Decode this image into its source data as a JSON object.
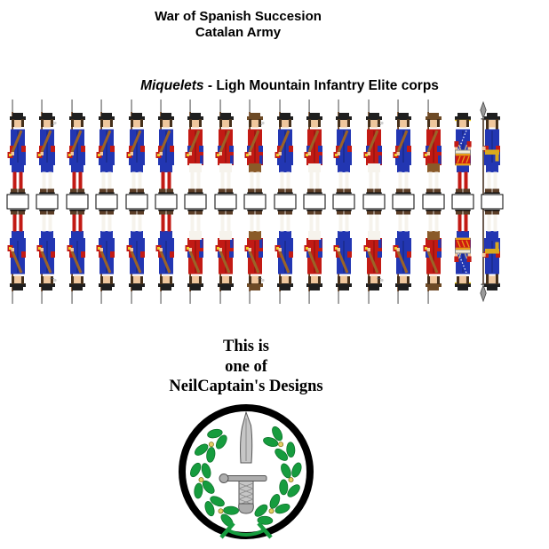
{
  "title": {
    "line1": "War of Spanish Succesion",
    "line2": "Catalan Army"
  },
  "subtitle": {
    "unit_name": "Miquelets",
    "rest": " - Ligh Mountain Infantry  Elite corps"
  },
  "credit": {
    "line1": "This is",
    "line2": "one of",
    "line3": "NeilCaptain's Designs"
  },
  "strip": {
    "figure_count": 17,
    "mirrored_for_folding": true
  },
  "figures": [
    {
      "role": "musketeer",
      "hat": "black",
      "coat": "blue",
      "cuffs": "red",
      "breeches": "blue",
      "stockings": "red",
      "pipe": false
    },
    {
      "role": "musketeer",
      "hat": "black",
      "coat": "blue",
      "cuffs": "red",
      "breeches": "blue",
      "stockings": "white",
      "pipe": true
    },
    {
      "role": "musketeer",
      "hat": "black",
      "coat": "blue",
      "cuffs": "red",
      "breeches": "blue",
      "stockings": "red",
      "pipe": false
    },
    {
      "role": "musketeer",
      "hat": "black",
      "coat": "blue",
      "cuffs": "red",
      "breeches": "blue",
      "stockings": "white",
      "pipe": false
    },
    {
      "role": "musketeer",
      "hat": "black",
      "coat": "blue",
      "cuffs": "red",
      "breeches": "blue",
      "stockings": "white",
      "pipe": false
    },
    {
      "role": "musketeer",
      "hat": "black",
      "coat": "blue",
      "cuffs": "red",
      "breeches": "blue",
      "stockings": "red",
      "pipe": false
    },
    {
      "role": "musketeer",
      "hat": "black",
      "coat": "red",
      "cuffs": "blue",
      "breeches": "white",
      "stockings": "white",
      "pipe": false
    },
    {
      "role": "musketeer",
      "hat": "black",
      "coat": "red",
      "cuffs": "blue",
      "breeches": "white",
      "stockings": "white",
      "pipe": false
    },
    {
      "role": "musketeer",
      "hat": "brown",
      "coat": "red",
      "cuffs": "blue",
      "breeches": "brown",
      "stockings": "white",
      "pipe": true
    },
    {
      "role": "musketeer",
      "hat": "black",
      "coat": "blue",
      "cuffs": "red",
      "breeches": "blue",
      "stockings": "white",
      "pipe": false
    },
    {
      "role": "musketeer",
      "hat": "black",
      "coat": "red",
      "cuffs": "blue",
      "breeches": "white",
      "stockings": "white",
      "pipe": false
    },
    {
      "role": "musketeer",
      "hat": "black",
      "coat": "blue",
      "cuffs": "red",
      "breeches": "blue",
      "stockings": "white",
      "pipe": false
    },
    {
      "role": "musketeer",
      "hat": "black",
      "coat": "red",
      "cuffs": "blue",
      "breeches": "white",
      "stockings": "white",
      "pipe": true
    },
    {
      "role": "musketeer",
      "hat": "black",
      "coat": "blue",
      "cuffs": "red",
      "breeches": "blue",
      "stockings": "white",
      "pipe": false
    },
    {
      "role": "musketeer",
      "hat": "brown",
      "coat": "red",
      "cuffs": "blue",
      "breeches": "brown",
      "stockings": "white",
      "pipe": false
    },
    {
      "role": "drummer",
      "hat": "black",
      "coat": "blue",
      "cuffs": "red",
      "breeches": "blue",
      "stockings": "red",
      "pipe": false
    },
    {
      "role": "officer",
      "hat": "black",
      "coat": "blue",
      "cuffs": "red",
      "breeches": "blue",
      "stockings": "white",
      "pipe": false
    }
  ],
  "logo": {
    "emblem": "oak-wreath-and-dagger-roundel"
  },
  "colors": {
    "blue": "#2236b2",
    "red": "#c21a14",
    "white": "#f6f3ec",
    "brown": "#8a5a28",
    "flesh": "#f0c79d",
    "hair": "#46301a",
    "hat_black": "#1f1f1f",
    "hat_brown": "#6d4a26",
    "musket": "#6b3f1b",
    "barrel": "#9a9a9a",
    "strap": "#9b6327",
    "shoe": "#5b3d26",
    "lace": "#f0d020",
    "sash": "#d9a91e",
    "drum_shell": "#cf1a10",
    "drum_hoop": "#e89c16",
    "drum_head": "#f1ead6",
    "green": "#169c3e",
    "green_dark": "#0b6e27",
    "acorn": "#e3cf63",
    "steel_light": "#c6c6c6",
    "steel_mid": "#adadad",
    "steel_edge": "#555555",
    "base": "#ffffff",
    "outline": "#000000"
  }
}
